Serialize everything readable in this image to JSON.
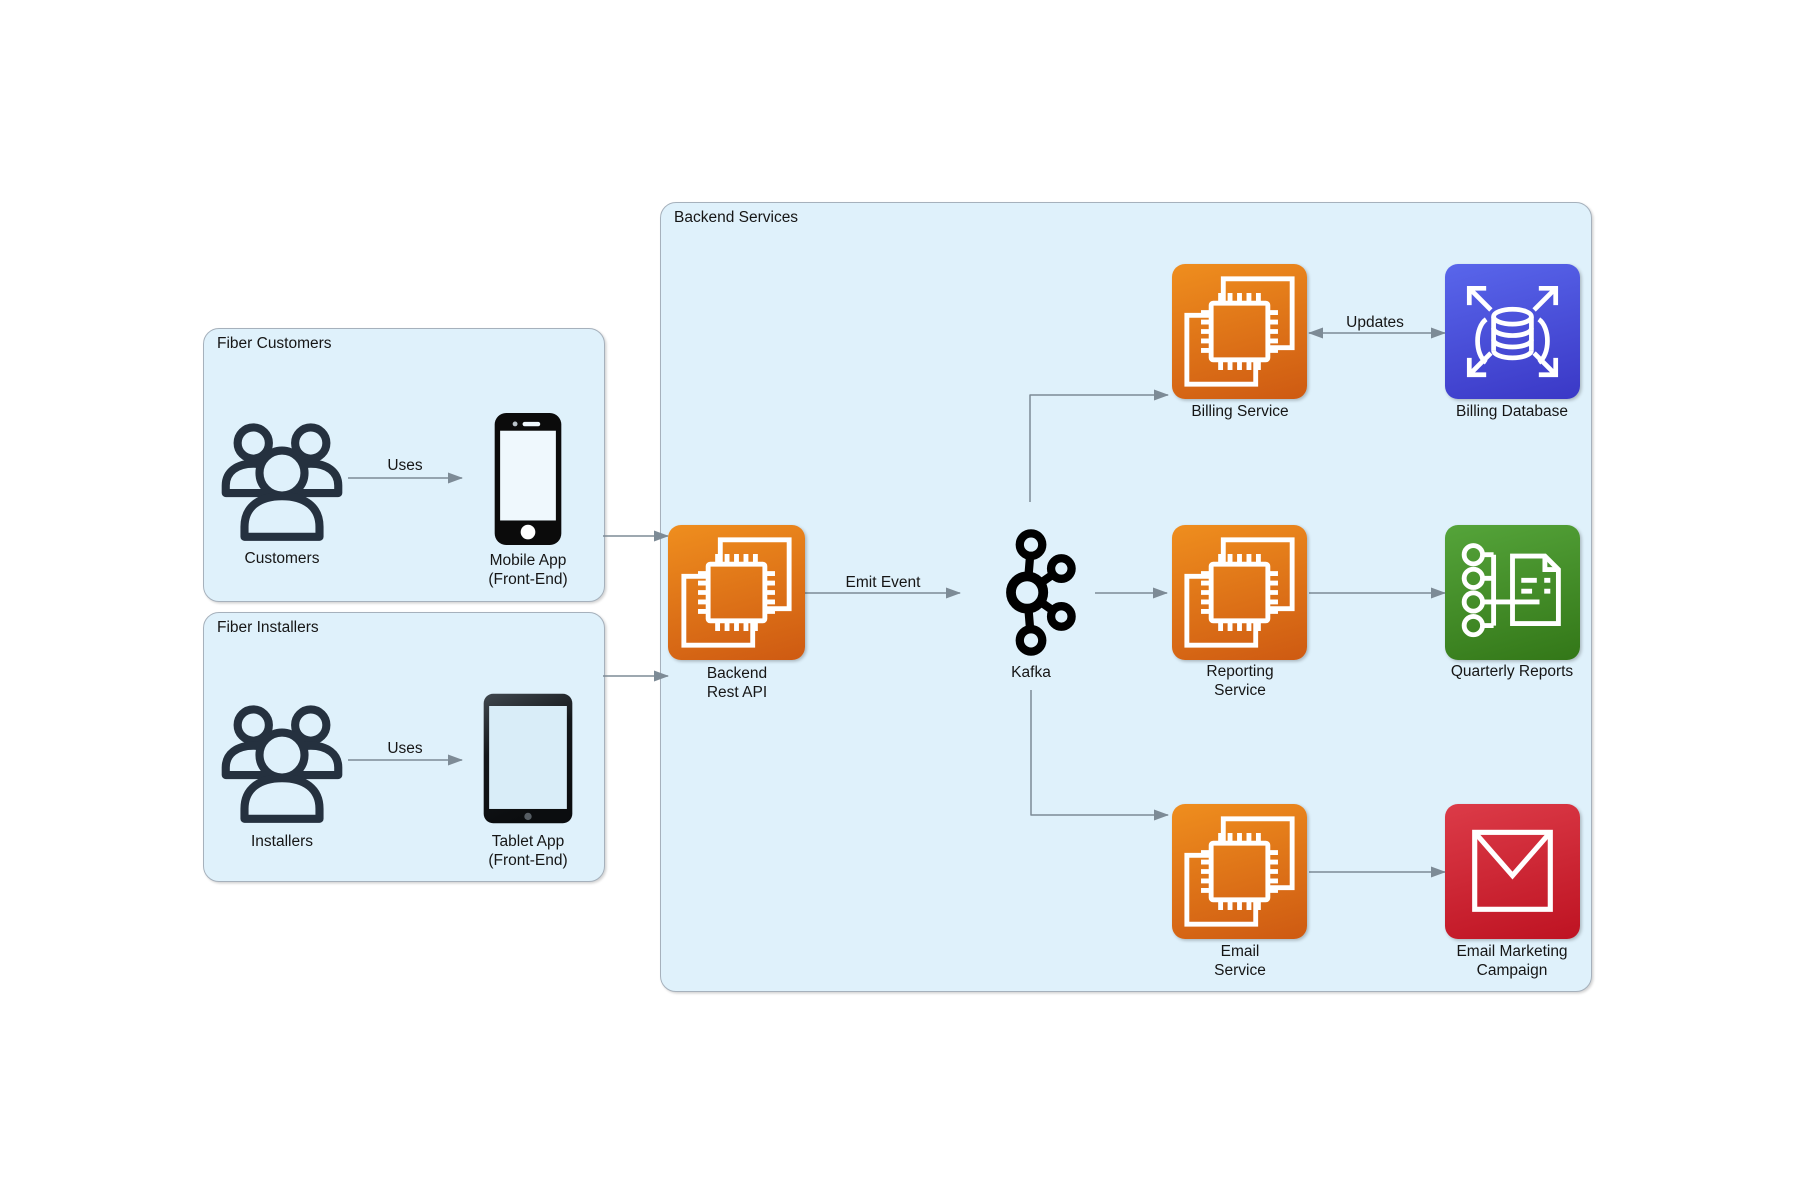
{
  "diagram": {
    "background_color": "#FFFFFF",
    "groups": {
      "fiber_customers": {
        "title": "Fiber Customers"
      },
      "fiber_installers": {
        "title": "Fiber Installers"
      },
      "backend_services": {
        "title": "Backend Services"
      }
    },
    "nodes": {
      "customers": {
        "label": "Customers",
        "icon": "users-icon"
      },
      "mobile_app": {
        "label_line1": "Mobile App",
        "label_line2": "(Front-End)",
        "icon": "smartphone-icon"
      },
      "installers": {
        "label": "Installers",
        "icon": "users-icon"
      },
      "tablet_app": {
        "label_line1": "Tablet App",
        "label_line2": "(Front-End)",
        "icon": "tablet-icon"
      },
      "backend_rest_api": {
        "label_line1": "Backend",
        "label_line2": "Rest API",
        "icon": "compute-chip-icon"
      },
      "kafka": {
        "label": "Kafka",
        "icon": "kafka-logo-icon"
      },
      "billing_service": {
        "label": "Billing Service",
        "icon": "compute-chip-icon"
      },
      "billing_database": {
        "label": "Billing Database",
        "icon": "scaling-database-icon"
      },
      "reporting_service": {
        "label_line1": "Reporting",
        "label_line2": "Service",
        "icon": "compute-chip-icon"
      },
      "quarterly_reports": {
        "label": "Quarterly Reports",
        "icon": "report-document-icon"
      },
      "email_service": {
        "label_line1": "Email",
        "label_line2": "Service",
        "icon": "compute-chip-icon"
      },
      "email_marketing_campaign": {
        "label_line1": "Email Marketing",
        "label_line2": "Campaign",
        "icon": "envelope-icon"
      }
    },
    "edge_labels": {
      "customers_uses": "Uses",
      "installers_uses": "Uses",
      "emit_event": "Emit Event",
      "updates": "Updates"
    },
    "colors": {
      "container_fill": "#DFF1FB",
      "container_stroke": "#A6B1BC",
      "connector": "#7D8B96",
      "compute_gradient": [
        "#EF8E1E",
        "#CE5A12"
      ],
      "database_gradient": [
        "#5966EB",
        "#3A38C6"
      ],
      "reports_gradient": [
        "#55A43A",
        "#337718"
      ],
      "email_gradient": [
        "#DC3B48",
        "#BE1322"
      ],
      "people_stroke": "#25313F",
      "device_body": "#0B0B0B",
      "kafka_black": "#000000",
      "label_color": "#161616"
    }
  }
}
